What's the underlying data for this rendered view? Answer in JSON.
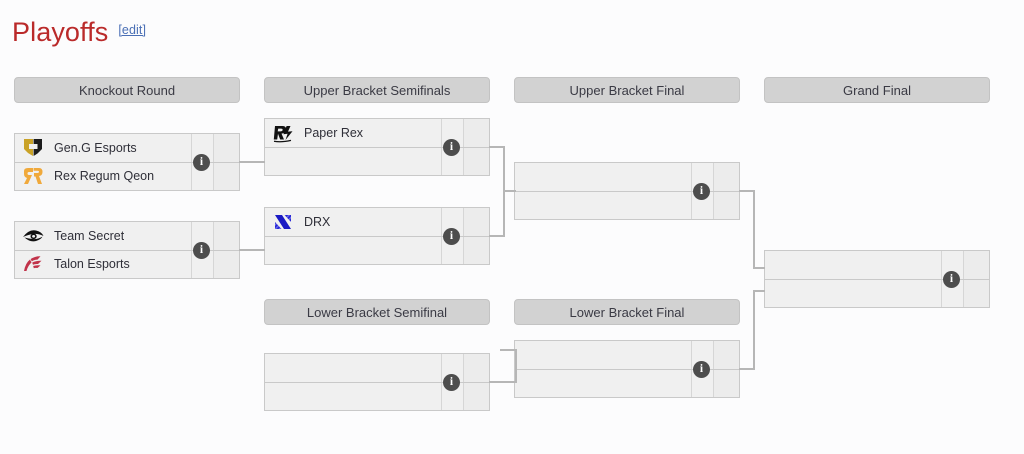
{
  "page": {
    "title": "Playoffs",
    "edit_label": "[edit]"
  },
  "rounds": [
    {
      "name": "knockout-round",
      "label": "Knockout Round"
    },
    {
      "name": "upper-bracket-semifinals",
      "label": "Upper Bracket Semifinals"
    },
    {
      "name": "upper-bracket-final",
      "label": "Upper Bracket Final"
    },
    {
      "name": "grand-final",
      "label": "Grand Final"
    },
    {
      "name": "lower-bracket-semifinal",
      "label": "Lower Bracket Semifinal"
    },
    {
      "name": "lower-bracket-final",
      "label": "Lower Bracket Final"
    }
  ],
  "matches": {
    "ko1": {
      "top": {
        "team": "Gen.G Esports",
        "logo": "geng-logo",
        "score": ""
      },
      "bottom": {
        "team": "Rex Regum Qeon",
        "logo": "rrq-logo",
        "score": ""
      },
      "info": "i"
    },
    "ko2": {
      "top": {
        "team": "Team Secret",
        "logo": "secret-logo",
        "score": ""
      },
      "bottom": {
        "team": "Talon Esports",
        "logo": "talon-logo",
        "score": ""
      },
      "info": "i"
    },
    "ubsf1": {
      "top": {
        "team": "Paper Rex",
        "logo": "prx-logo",
        "score": ""
      },
      "bottom": {
        "team": "",
        "logo": "",
        "score": ""
      },
      "info": "i"
    },
    "ubsf2": {
      "top": {
        "team": "DRX",
        "logo": "drx-logo",
        "score": ""
      },
      "bottom": {
        "team": "",
        "logo": "",
        "score": ""
      },
      "info": "i"
    },
    "ubf": {
      "top": {
        "team": "",
        "logo": "",
        "score": ""
      },
      "bottom": {
        "team": "",
        "logo": "",
        "score": ""
      },
      "info": "i"
    },
    "gf": {
      "top": {
        "team": "",
        "logo": "",
        "score": ""
      },
      "bottom": {
        "team": "",
        "logo": "",
        "score": ""
      },
      "info": "i"
    },
    "lbsf": {
      "top": {
        "team": "",
        "logo": "",
        "score": ""
      },
      "bottom": {
        "team": "",
        "logo": "",
        "score": ""
      },
      "info": "i"
    },
    "lbf": {
      "top": {
        "team": "",
        "logo": "",
        "score": ""
      },
      "bottom": {
        "team": "",
        "logo": "",
        "score": ""
      },
      "info": "i"
    }
  },
  "colors": {
    "title": "#ba2a2a",
    "edit_link": "#4a6fb5",
    "header_bg": "#d2d2d2",
    "match_bg": "#f0f0f0",
    "connector": "#b6b6b6",
    "info_badge": "#4d4d4d",
    "geng_gold": "#c9a227",
    "rrq_orange": "#f0a93b",
    "talon_red": "#c1334a",
    "drx_blue": "#1a1ac4"
  }
}
